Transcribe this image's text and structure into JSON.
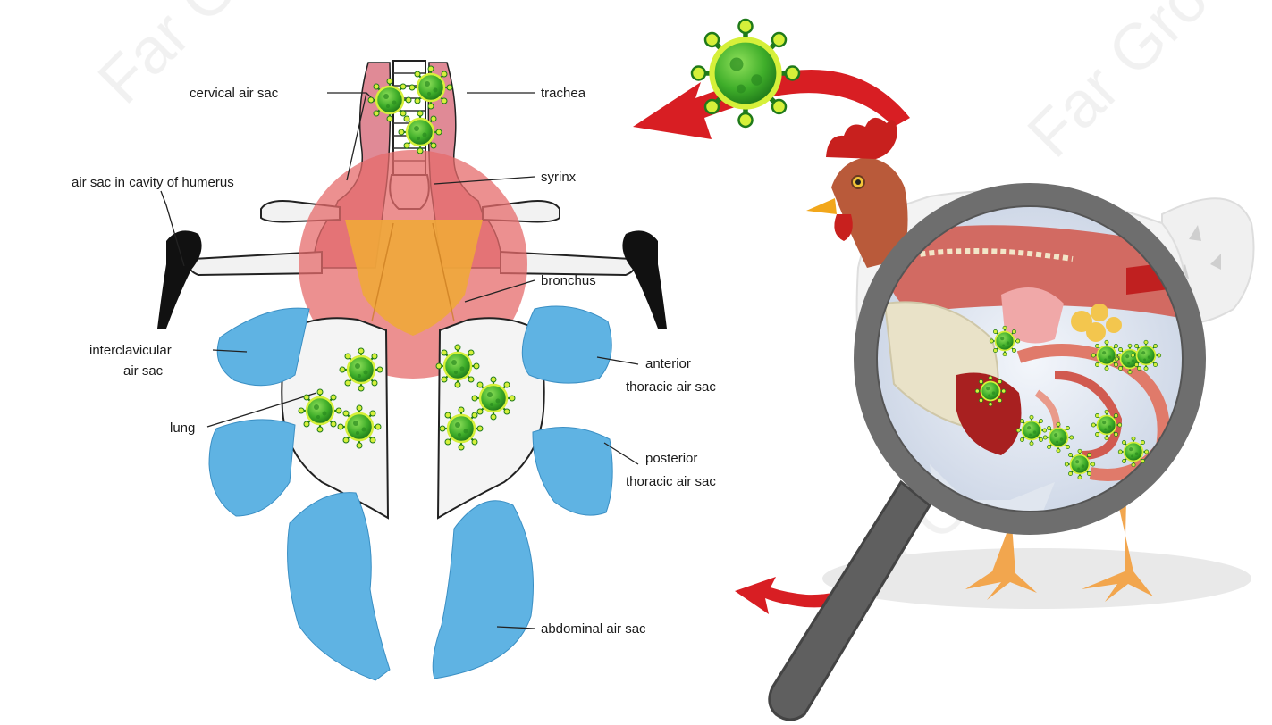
{
  "labels": {
    "cervical_air_sac": "cervical air sac",
    "trachea": "trachea",
    "syrinx": "syrinx",
    "air_sac_humerus": "air sac in cavity of humerus",
    "bronchus": "bronchus",
    "interclavicular_line1": "interclavicular",
    "interclavicular_line2": "air sac",
    "anterior_line1": "anterior",
    "anterior_line2": "thoracic air sac",
    "lung": "lung",
    "posterior_line1": "posterior",
    "posterior_line2": "thoracic air sac",
    "abdominal_air_sac": "abdominal air sac"
  },
  "watermark": "Far Group",
  "colors": {
    "air_sac_blue": "#5fb3e3",
    "cervical_pink": "#e08a96",
    "interclavicular_red": "#e56b6b",
    "bronchus_orange": "#f0a83a",
    "virus_green": "#3fae2a",
    "virus_glow": "#d6f03a",
    "arrow_red": "#d81e23",
    "magnifier_gray": "#6e6e6e",
    "hen_comb": "#c8201e"
  },
  "icons": [
    "virus-icon",
    "magnifier-icon",
    "hen-illustration",
    "curved-arrow-icon"
  ]
}
